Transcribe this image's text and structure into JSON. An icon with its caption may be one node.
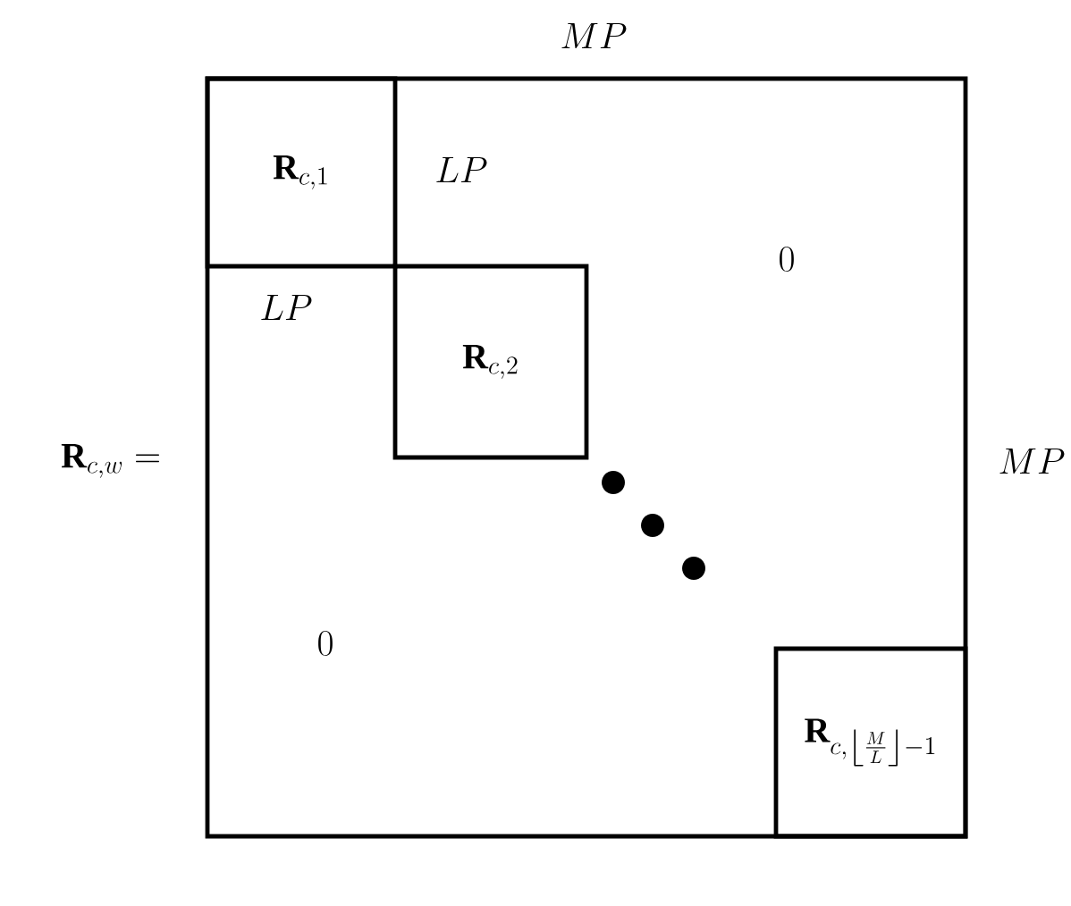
{
  "diagram": {
    "nodes": [
      {
        "text": [],
        "shape": "box"
      },
      {
        "text": [
          "\\mathbf{R}_{c,1}"
        ],
        "in": 0
      },
      {
        "text": [
          "\\mathbf{R}_{c,2}"
        ],
        "in": 0
      },
      {
        "text": [
          "\\mathbf{R}_{c,\\left\\lfloor \\frac{M}{L}\\right\\rfloor -1}"
        ],
        "in": 0
      }
    ],
    "labels": [
      "MP",
      "LP",
      "0",
      "LP",
      "\\mathbf{R}_{c,w} =",
      "MP",
      "0"
    ]
  }
}
